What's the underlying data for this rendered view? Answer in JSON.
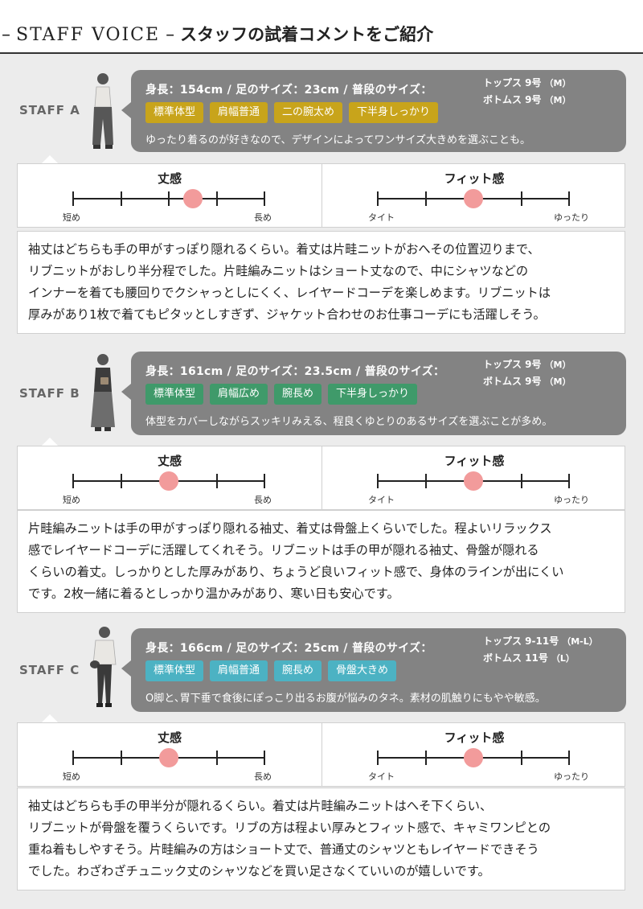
{
  "header": {
    "title_en": "STAFF VOICE",
    "dash": "–",
    "title_jp": "スタッフの試着コメントをご紹介"
  },
  "colors": {
    "tag_yellow": "#c8a41b",
    "tag_green": "#3f9a6a",
    "tag_cyan": "#4cb2c3",
    "dot": "#f29b9b",
    "bubble": "#838383"
  },
  "meters": {
    "length_title": "丈感",
    "length_low": "短め",
    "length_high": "長め",
    "fit_title": "フィット感",
    "fit_low": "タイト",
    "fit_high": "ゆったり"
  },
  "staff": [
    {
      "label": "STAFF A",
      "height_text": "身長：154cm / 足のサイズ：23cm / 普段のサイズ：",
      "tops": "トップス 9号",
      "tops_unit": "（M）",
      "bottoms": "ボトムス 9号",
      "bottoms_unit": "（M）",
      "tags": [
        "標準体型",
        "肩幅普通",
        "二の腕太め",
        "下半身しっかり"
      ],
      "tag_color": "#c8a41b",
      "desc": "ゆったり着るのが好きなので、デザインによってワンサイズ大きめを選ぶことも。",
      "length_level": 0.625,
      "fit_level": 0.5,
      "comment": [
        "袖丈はどちらも手の甲がすっぽり隠れるくらい。着丈は片畦ニットがおへその位置辺りまで、",
        "リブニットがおしり半分程でした。片畦編みニットはショート丈なので、中にシャツなどの",
        "インナーを着ても腰回りでクシャっとしにくく、レイヤードコーデを楽しめます。リブニットは",
        "厚みがあり1枚で着てもピタッとしすぎず、ジャケット合わせのお仕事コーデにも活躍しそう。"
      ]
    },
    {
      "label": "STAFF B",
      "height_text": "身長：161cm / 足のサイズ：23.5cm / 普段のサイズ：",
      "tops": "トップス 9号",
      "tops_unit": "（M）",
      "bottoms": "ボトムス 9号",
      "bottoms_unit": "（M）",
      "tags": [
        "標準体型",
        "肩幅広め",
        "腕長め",
        "下半身しっかり"
      ],
      "tag_color": "#3f9a6a",
      "desc": "体型をカバーしながらスッキリみえる、程良くゆとりのあるサイズを選ぶことが多め。",
      "length_level": 0.5,
      "fit_level": 0.5,
      "comment": [
        "片畦編みニットは手の甲がすっぽり隠れる袖丈、着丈は骨盤上くらいでした。程よいリラックス",
        "感でレイヤードコーデに活躍してくれそう。リブニットは手の甲が隠れる袖丈、骨盤が隠れる",
        "くらいの着丈。しっかりとした厚みがあり、ちょうど良いフィット感で、身体のラインが出にくい",
        "です。2枚一緒に着るとしっかり温かみがあり、寒い日も安心です。"
      ]
    },
    {
      "label": "STAFF C",
      "height_text": "身長：166cm / 足のサイズ：25cm / 普段のサイズ：",
      "tops": "トップス 9-11号",
      "tops_unit": "（M-L）",
      "bottoms": "ボトムス 11号",
      "bottoms_unit": "（L）",
      "tags": [
        "標準体型",
        "肩幅普通",
        "腕長め",
        "骨盤大きめ"
      ],
      "tag_color": "#4cb2c3",
      "desc": "O脚と､胃下垂で食後にぽっこり出るお腹が悩みのタネ。素材の肌触りにもやや敏感。",
      "length_level": 0.5,
      "fit_level": 0.5,
      "comment": [
        "袖丈はどちらも手の甲半分が隠れるくらい。着丈は片畦編みニットはへそ下くらい、",
        "リブニットが骨盤を覆うくらいです。リブの方は程よい厚みとフィット感で、キャミワンピとの",
        "重ね着もしやすそう。片畦編みの方はショート丈で、普通丈のシャツともレイヤードできそう",
        "でした。わざわざチュニック丈のシャツなどを買い足さなくていいのが嬉しいです。"
      ]
    }
  ]
}
